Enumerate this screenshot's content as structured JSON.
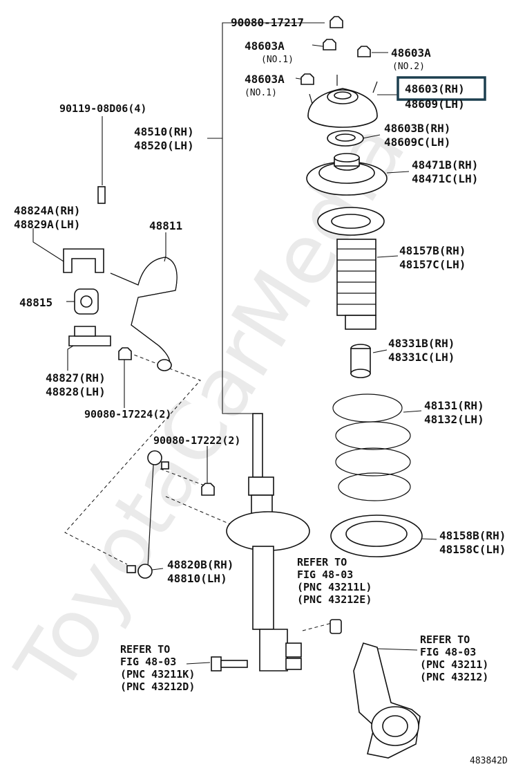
{
  "watermark": "ToyotaCarMedia",
  "diagram_id": "483842D",
  "highlighted_part": "48603(RH)",
  "labels": {
    "nut_top": "90080-17217",
    "mount_a1": "48603A",
    "mount_a1_note": "(NO.1)",
    "mount_a2": "48603A",
    "mount_a2_note": "(NO.2)",
    "mount_a3": "48603A",
    "mount_a3_note": "(NO.1)",
    "support_rh": "48603(RH)",
    "support_lh": "48609(LH)",
    "bearing_rh": "48603B(RH)",
    "bearing_lh": "48609C(LH)",
    "spring_seat_upper_rh": "48471B(RH)",
    "spring_seat_upper_lh": "48471C(LH)",
    "boot_rh": "48157B(RH)",
    "boot_lh": "48157C(LH)",
    "bumper_rh": "48331B(RH)",
    "bumper_lh": "48331C(LH)",
    "spring_rh": "48131(RH)",
    "spring_lh": "48132(LH)",
    "insulator_rh": "48158B(RH)",
    "insulator_lh": "48158C(LH)",
    "absorber_rh": "48510(RH)",
    "absorber_lh": "48520(LH)",
    "bolt_top": "90119-08D06(4)",
    "bracket_rh": "48824A(RH)",
    "bracket_lh": "48829A(LH)",
    "stabilizer_bar": "48811",
    "bushing": "48815",
    "bracket2_rh": "48827(RH)",
    "bracket2_lh": "48828(LH)",
    "nut_stab": "90080-17224(2)",
    "nut_link": "90080-17222(2)",
    "link_rh": "48820B(RH)",
    "link_lh": "48810(LH)",
    "ref1_line1": "REFER TO",
    "ref1_line2": "FIG 48-03",
    "ref1_line3": "(PNC 43211L)",
    "ref1_line4": "(PNC 43212E)",
    "ref2_line1": "REFER TO",
    "ref2_line2": "FIG 48-03",
    "ref2_line3": "(PNC 43211K)",
    "ref2_line4": "(PNC 43212D)",
    "ref3_line1": "REFER TO",
    "ref3_line2": "FIG 48-03",
    "ref3_line3": "(PNC 43211)",
    "ref3_line4": "(PNC 43212)"
  }
}
